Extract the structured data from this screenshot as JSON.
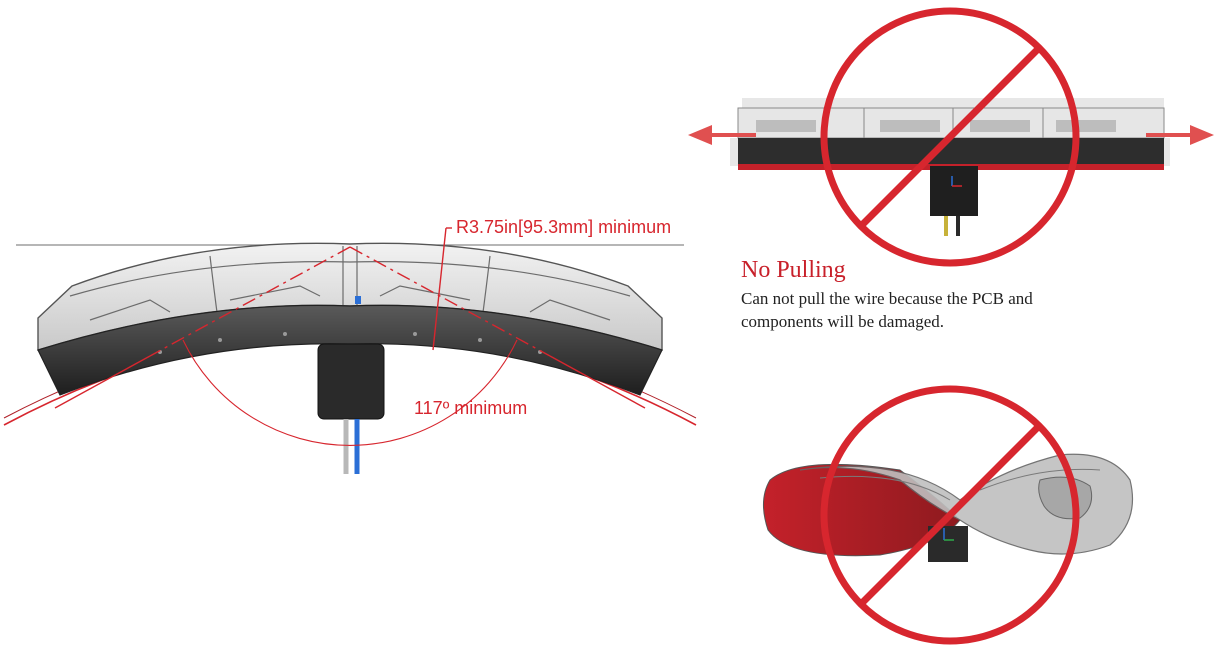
{
  "diagram": {
    "radius_label": "R3.75in[95.3mm] minimum",
    "angle_label": "117º minimum"
  },
  "note": {
    "title": "No Pulling",
    "body": "Can not pull the wire because the PCB and components will be damaged."
  },
  "colors": {
    "accent_red": "#d7262e",
    "housing_dark": "#2b2b2b",
    "lens_gray": "#d9d9d9",
    "wire_blue": "#2b6fd6",
    "wire_yellow": "#c7b23a"
  },
  "icons": [
    "no-sign-icon",
    "no-sign-icon",
    "arrow-left-icon",
    "arrow-right-icon"
  ]
}
